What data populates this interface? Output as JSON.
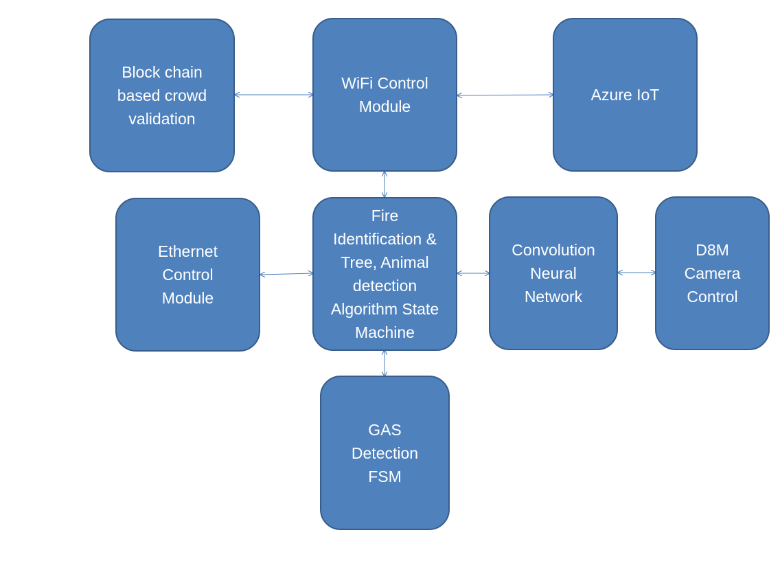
{
  "colors": {
    "box_fill": "#4f81bd",
    "box_border": "#385d8a",
    "text": "#ffffff",
    "connector": "#4a7ebb"
  },
  "nodes": {
    "blockchain": {
      "label": "Block chain based crowd validation"
    },
    "wifi": {
      "label": "WiFi Control Module"
    },
    "azure": {
      "label": "Azure IoT"
    },
    "ethernet": {
      "label": "Ethernet Control Module"
    },
    "fire": {
      "label": "Fire Identification & Tree, Animal detection Algorithm State Machine"
    },
    "cnn": {
      "label": "Convolution Neural Network"
    },
    "d8m": {
      "label": "D8M Camera Control"
    },
    "gas": {
      "label": "GAS Detection FSM"
    }
  },
  "edges": [
    {
      "from": "blockchain",
      "to": "wifi",
      "direction": "both"
    },
    {
      "from": "wifi",
      "to": "azure",
      "direction": "both"
    },
    {
      "from": "wifi",
      "to": "fire",
      "direction": "both"
    },
    {
      "from": "ethernet",
      "to": "fire",
      "direction": "both"
    },
    {
      "from": "fire",
      "to": "cnn",
      "direction": "both"
    },
    {
      "from": "cnn",
      "to": "d8m",
      "direction": "both"
    },
    {
      "from": "fire",
      "to": "gas",
      "direction": "both"
    }
  ]
}
